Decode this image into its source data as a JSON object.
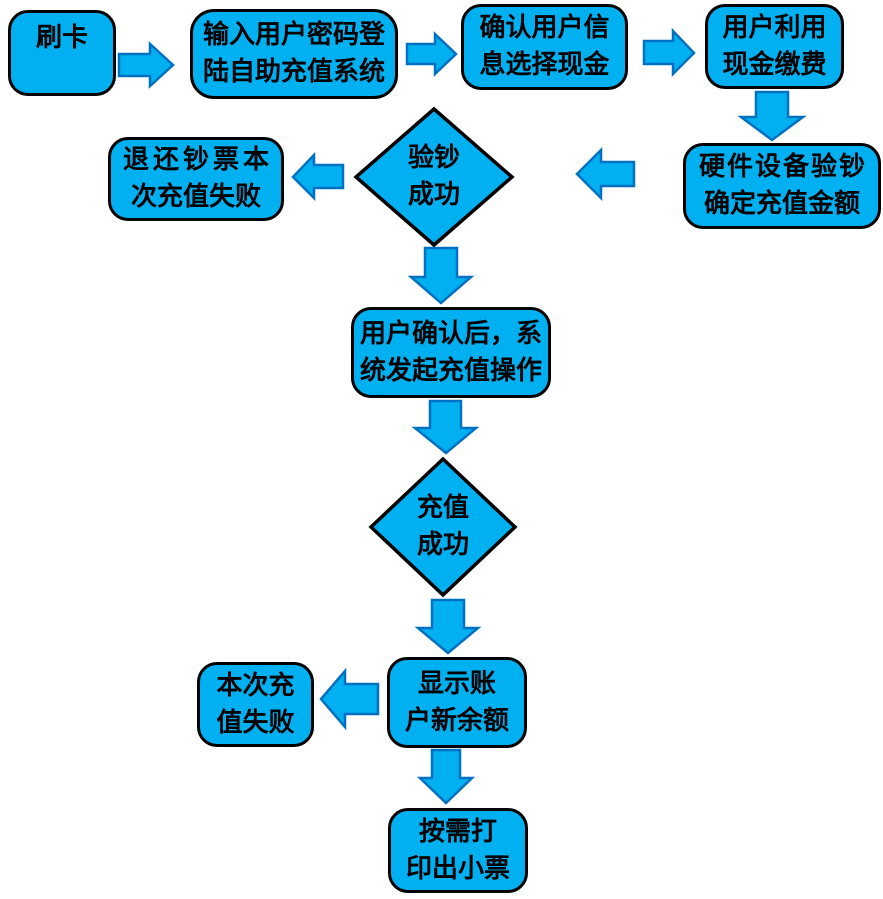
{
  "colors": {
    "shape-fill": "#00B0F0",
    "shape-border": "#000000",
    "arrow-fill": "#00B0F0",
    "arrow-border": "#0070C0",
    "text-color": "#000000",
    "bg": "#FFFFFF"
  },
  "nodes": {
    "swipe_card": {
      "type": "process",
      "lines": [
        "刷卡"
      ]
    },
    "login": {
      "type": "process",
      "line1": "输入用户密码登",
      "line2": "陆自助充值系统"
    },
    "confirm_info": {
      "type": "process",
      "line1": "确认用户信",
      "line2": "息选择现金"
    },
    "pay_cash": {
      "type": "process",
      "line1": "用户利用",
      "line2": "现金缴费"
    },
    "validate_banknote": {
      "type": "process",
      "line1": "硬件设备验钞",
      "line2": "确定充值金额"
    },
    "banknote_check": {
      "type": "decision",
      "line1": "验钞",
      "line2": "成功"
    },
    "refund_fail": {
      "type": "process",
      "line1": "退还钞票本",
      "line2": "次充值失败"
    },
    "initiate_recharge": {
      "type": "process",
      "line1": "用户确认后，系",
      "line2": "统发起充值操作"
    },
    "recharge_check": {
      "type": "decision",
      "line1": "充值",
      "line2": "成功"
    },
    "show_balance": {
      "type": "process",
      "line1": "显示账",
      "line2": "户新余额"
    },
    "recharge_fail": {
      "type": "process",
      "line1": "本次充",
      "line2": "值失败"
    },
    "print_receipt": {
      "type": "process",
      "line1": "按需打",
      "line2": "印出小票"
    }
  },
  "single": {
    "swipe_card_label": "刷卡"
  }
}
